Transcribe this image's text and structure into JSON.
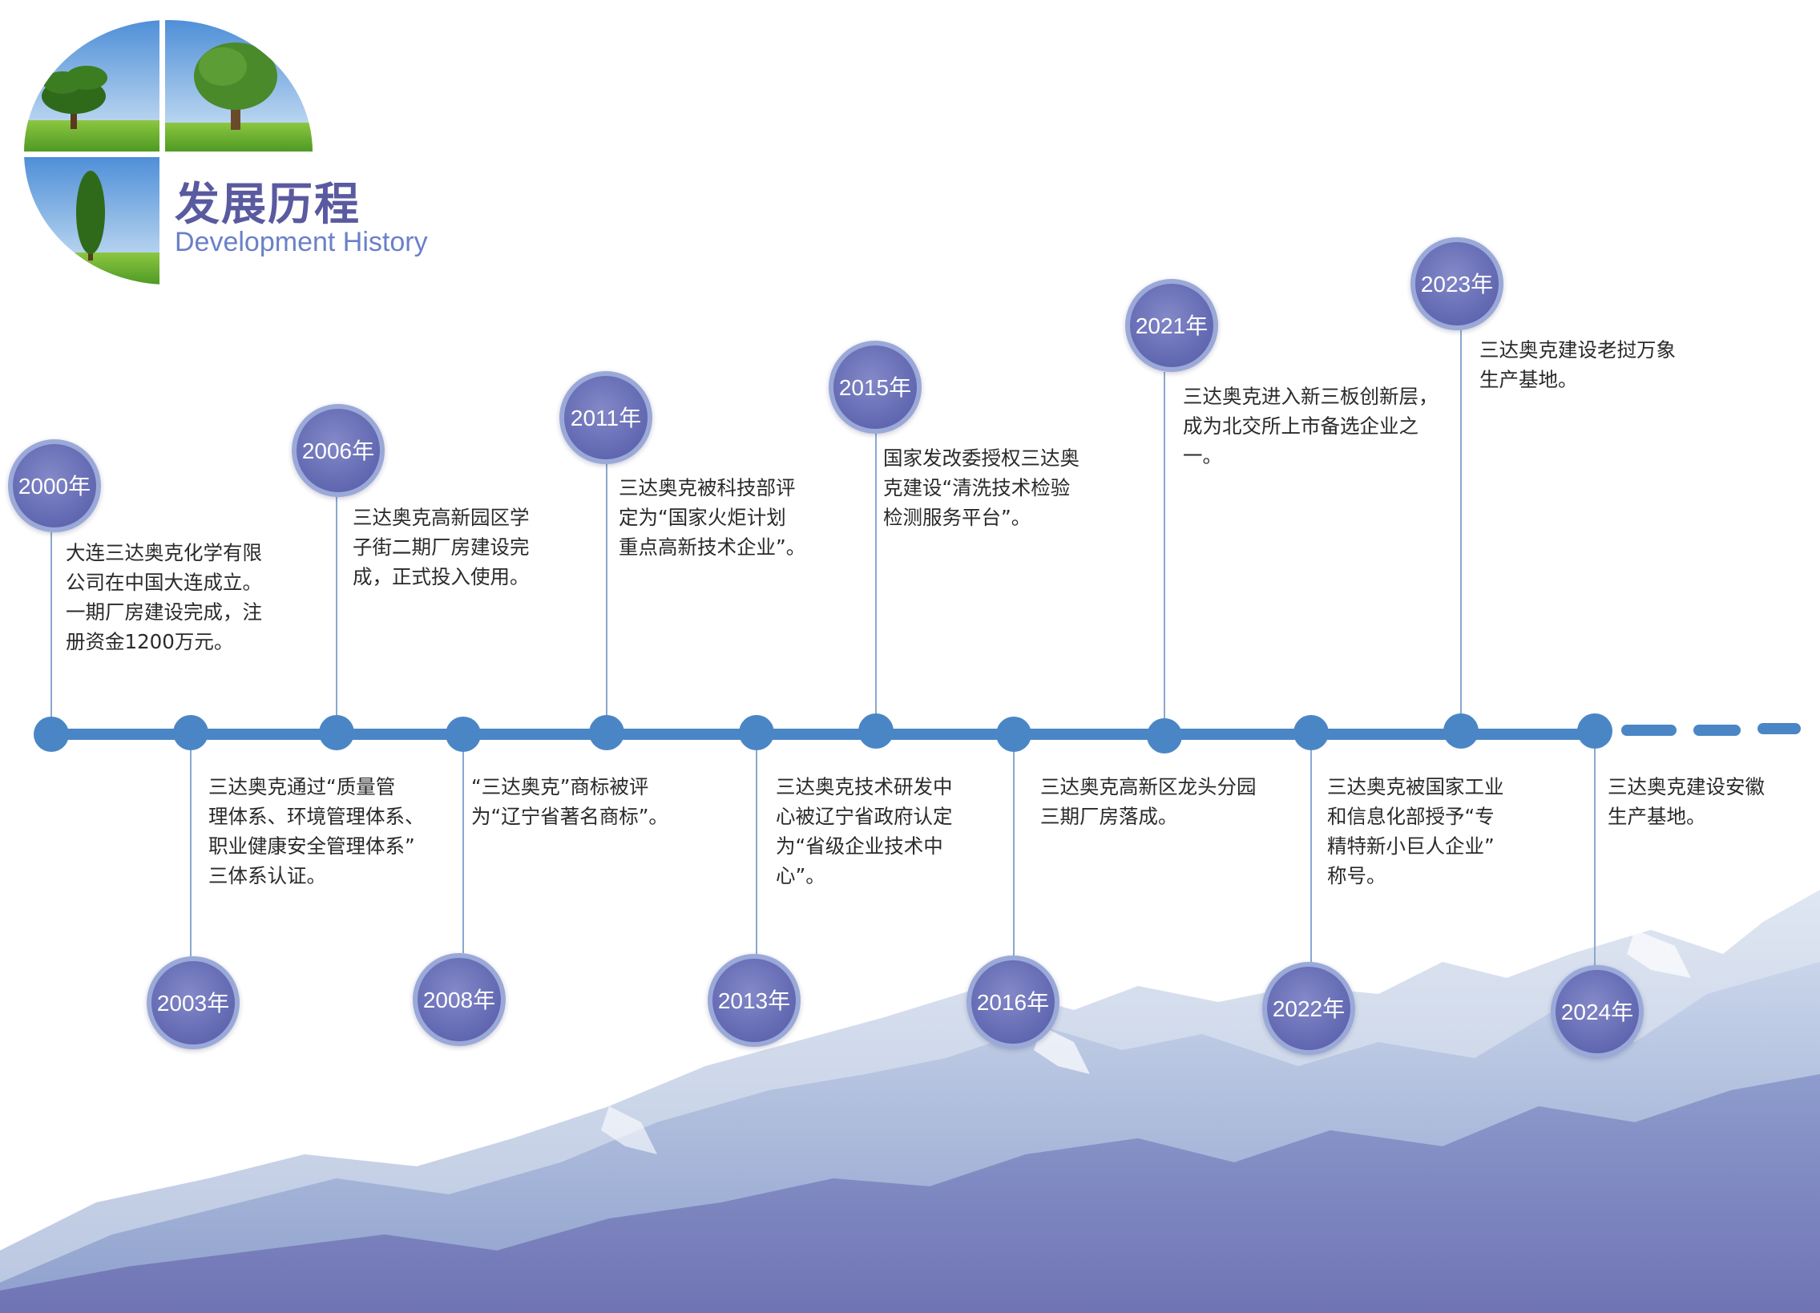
{
  "header": {
    "title_cn": "发展历程",
    "title_en": "Development History"
  },
  "colors": {
    "axis": "#4a86c5",
    "badge_fill": "#6a70b6",
    "badge_ring": "#9aa9d8",
    "connector": "#8aa8cf",
    "text": "#2a2a2a",
    "title": "#5a5aa0",
    "subtitle": "#6a80c8"
  },
  "events": [
    {
      "year": "2000年",
      "lines": [
        "大连三达奥克化学有限",
        "公司在中国大连成立。",
        "一期厂房建设完成，注",
        "册资金1200万元。"
      ]
    },
    {
      "year": "2003年",
      "lines": [
        "三达奥克通过“质量管",
        "理体系、环境管理体系、",
        "职业健康安全管理体系”",
        "三体系认证。"
      ]
    },
    {
      "year": "2006年",
      "lines": [
        "三达奥克高新园区学",
        "子街二期厂房建设完",
        "成，正式投入使用。"
      ]
    },
    {
      "year": "2008年",
      "lines": [
        "“三达奥克”商标被评",
        "为“辽宁省著名商标”。"
      ]
    },
    {
      "year": "2011年",
      "lines": [
        "三达奥克被科技部评",
        "定为“国家火炬计划",
        "重点高新技术企业”。"
      ]
    },
    {
      "year": "2013年",
      "lines": [
        "三达奥克技术研发中",
        "心被辽宁省政府认定",
        "为“省级企业技术中",
        "心”。"
      ]
    },
    {
      "year": "2015年",
      "lines": [
        "国家发改委授权三达奥",
        "克建设“清洗技术检验",
        "检测服务平台”。"
      ]
    },
    {
      "year": "2016年",
      "lines": [
        "三达奥克高新区龙头分园",
        "三期厂房落成。"
      ]
    },
    {
      "year": "2021年",
      "lines": [
        "三达奥克进入新三板创新层，",
        "成为北交所上市备选企业之",
        "一。"
      ]
    },
    {
      "year": "2022年",
      "lines": [
        "三达奥克被国家工业",
        "和信息化部授予“专",
        "精特新小巨人企业”",
        "称号。"
      ]
    },
    {
      "year": "2023年",
      "lines": [
        "三达奥克建设老挝万象",
        "生产基地。"
      ]
    },
    {
      "year": "2024年",
      "lines": [
        "三达奥克建设安徽",
        "生产基地。"
      ]
    }
  ]
}
